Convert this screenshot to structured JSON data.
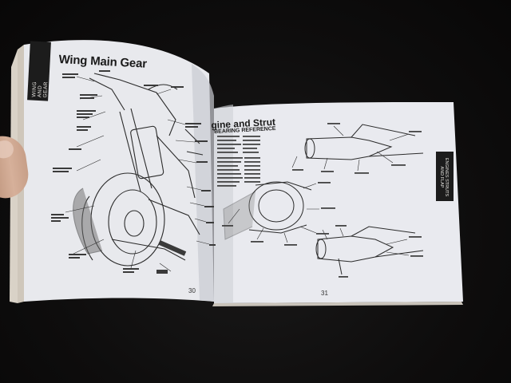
{
  "left_page": {
    "title": "Wing Main Gear",
    "tab_label": "WING AND GEAR",
    "page_number": "30"
  },
  "right_page": {
    "title": "gine and Strut",
    "subtitle": "BEARING REFERENCE",
    "tab_label": "ENGINES STRUTS AND FLAP",
    "page_number": "31"
  },
  "colors": {
    "background": "#0d0c0c",
    "page": "#e9eaee",
    "ink": "#1a1a1a",
    "tab": "#1c1c1c"
  },
  "icons": [
    "landing-gear-diagram",
    "engine-strut-diagram",
    "thumb"
  ]
}
